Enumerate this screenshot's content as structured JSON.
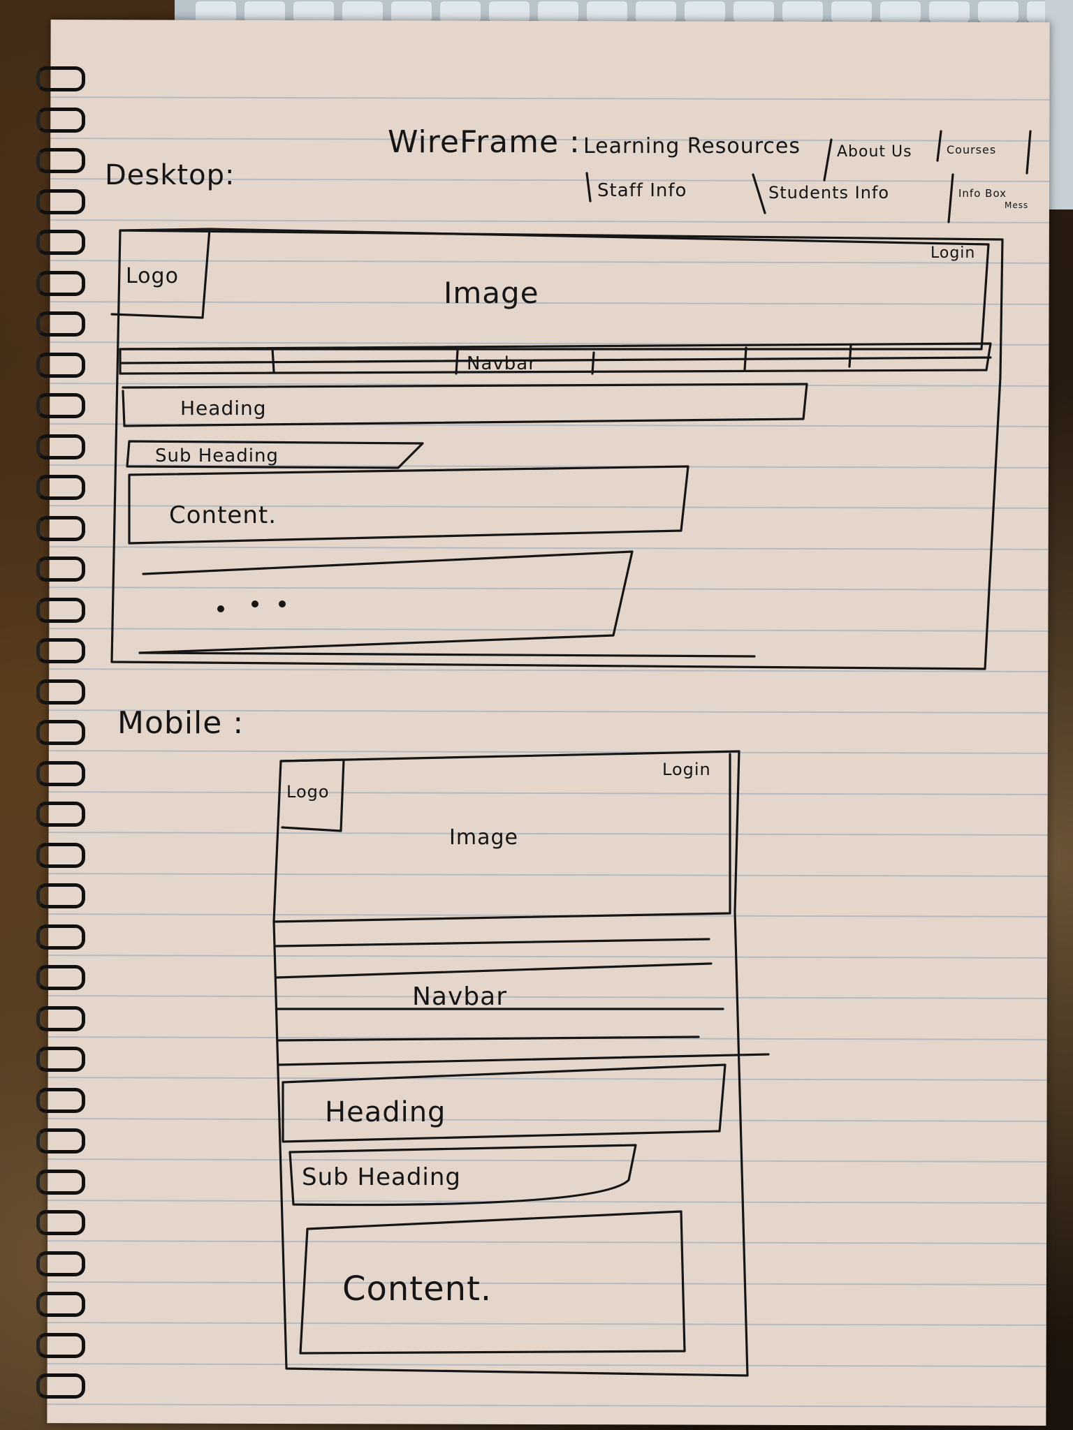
{
  "title": "WireFrame :",
  "pages": {
    "row1": [
      "Learning Resources",
      "About Us",
      "Courses"
    ],
    "row2": [
      "Staff Info",
      "Students Info",
      "Info Box"
    ],
    "info_box_extra": "Mess"
  },
  "desktop": {
    "label": "Desktop:",
    "logo": "Logo",
    "login": "Login",
    "image": "Image",
    "navbar": "Navbar",
    "heading": "Heading",
    "subheading": "Sub Heading",
    "content": "Content.",
    "more": "..."
  },
  "mobile": {
    "label": "Mobile :",
    "logo": "Logo",
    "login": "Login",
    "image": "Image",
    "navbar": "Navbar",
    "heading": "Heading",
    "subheading": "Sub Heading",
    "content": "Content."
  },
  "colors": {
    "paper": "#e4d6cb",
    "ink": "#161616",
    "rule_lines": "#8ea3b8"
  }
}
